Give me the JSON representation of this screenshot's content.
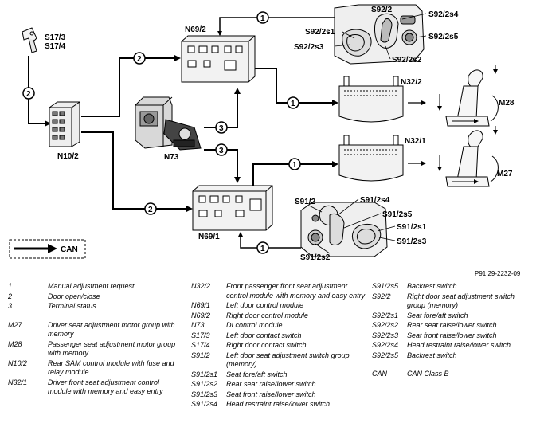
{
  "diagram": {
    "labels": {
      "s17": "S17/3\nS17/4",
      "n10_2": "N10/2",
      "n73": "N73",
      "n69_2": "N69/2",
      "n69_1": "N69/1",
      "n32_2": "N32/2",
      "n32_1": "N32/1",
      "m28": "M28",
      "m27": "M27",
      "s92_2": "S92/2",
      "s92_2s4": "S92/2s4",
      "s92_2s1": "S92/2s1",
      "s92_2s5": "S92/2s5",
      "s92_2s3": "S92/2s3",
      "s92_2s2": "S92/2s2",
      "s91_2": "S91/2",
      "s91_2s4": "S91/2s4",
      "s91_2s5": "S91/2s5",
      "s91_2s1": "S91/2s1",
      "s91_2s3": "S91/2s3",
      "s91_2s2": "S91/2s2",
      "can_box": "CAN"
    },
    "numbers": {
      "one": "1",
      "two": "2",
      "three": "3"
    },
    "ref_code": "P91.29-2232-09"
  },
  "legend": {
    "col1": [
      {
        "code": "1",
        "desc": "Manual adjustment request"
      },
      {
        "code": "2",
        "desc": "Door open/close"
      },
      {
        "code": "3",
        "desc": "Terminal status"
      },
      {
        "code": "",
        "desc": ""
      },
      {
        "code": "M27",
        "desc": "Driver seat adjustment motor group with memory"
      },
      {
        "code": "M28",
        "desc": "Passenger seat adjustment motor group with memory"
      },
      {
        "code": "N10/2",
        "desc": "Rear SAM control module with fuse and relay module"
      },
      {
        "code": "N32/1",
        "desc": "Driver front seat adjustment control module with memory and easy entry"
      }
    ],
    "col2": [
      {
        "code": "N32/2",
        "desc": "Front passenger front seat adjustment control module with memory and easy entry"
      },
      {
        "code": "N69/1",
        "desc": "Left door control module"
      },
      {
        "code": "N69/2",
        "desc": "Right door control module"
      },
      {
        "code": "N73",
        "desc": "DI control module"
      },
      {
        "code": "S17/3",
        "desc": "Left door contact switch"
      },
      {
        "code": "S17/4",
        "desc": "Right door contact switch"
      },
      {
        "code": "S91/2",
        "desc": "Left door seat adjustment switch group (memory)"
      },
      {
        "code": "S91/2s1",
        "desc": "Seat fore/aft switch"
      },
      {
        "code": "S91/2s2",
        "desc": "Rear seat raise/lower switch"
      },
      {
        "code": "S91/2s3",
        "desc": "Seat front raise/lower switch"
      },
      {
        "code": "S91/2s4",
        "desc": "Head restraint raise/lower switch"
      }
    ],
    "col3": [
      {
        "code": "S91/2s5",
        "desc": "Backrest switch"
      },
      {
        "code": "S92/2",
        "desc": "Right door seat adjustment switch group (memory)"
      },
      {
        "code": "S92/2s1",
        "desc": "Seat fore/aft switch"
      },
      {
        "code": "S92/2s2",
        "desc": "Rear seat raise/lower switch"
      },
      {
        "code": "S92/2s3",
        "desc": "Seat front raise/lower switch"
      },
      {
        "code": "S92/2s4",
        "desc": "Head restraint raise/lower switch"
      },
      {
        "code": "S92/2s5",
        "desc": "Backrest switch"
      },
      {
        "code": "",
        "desc": ""
      },
      {
        "code": "CAN",
        "desc": "CAN Class B"
      }
    ]
  }
}
